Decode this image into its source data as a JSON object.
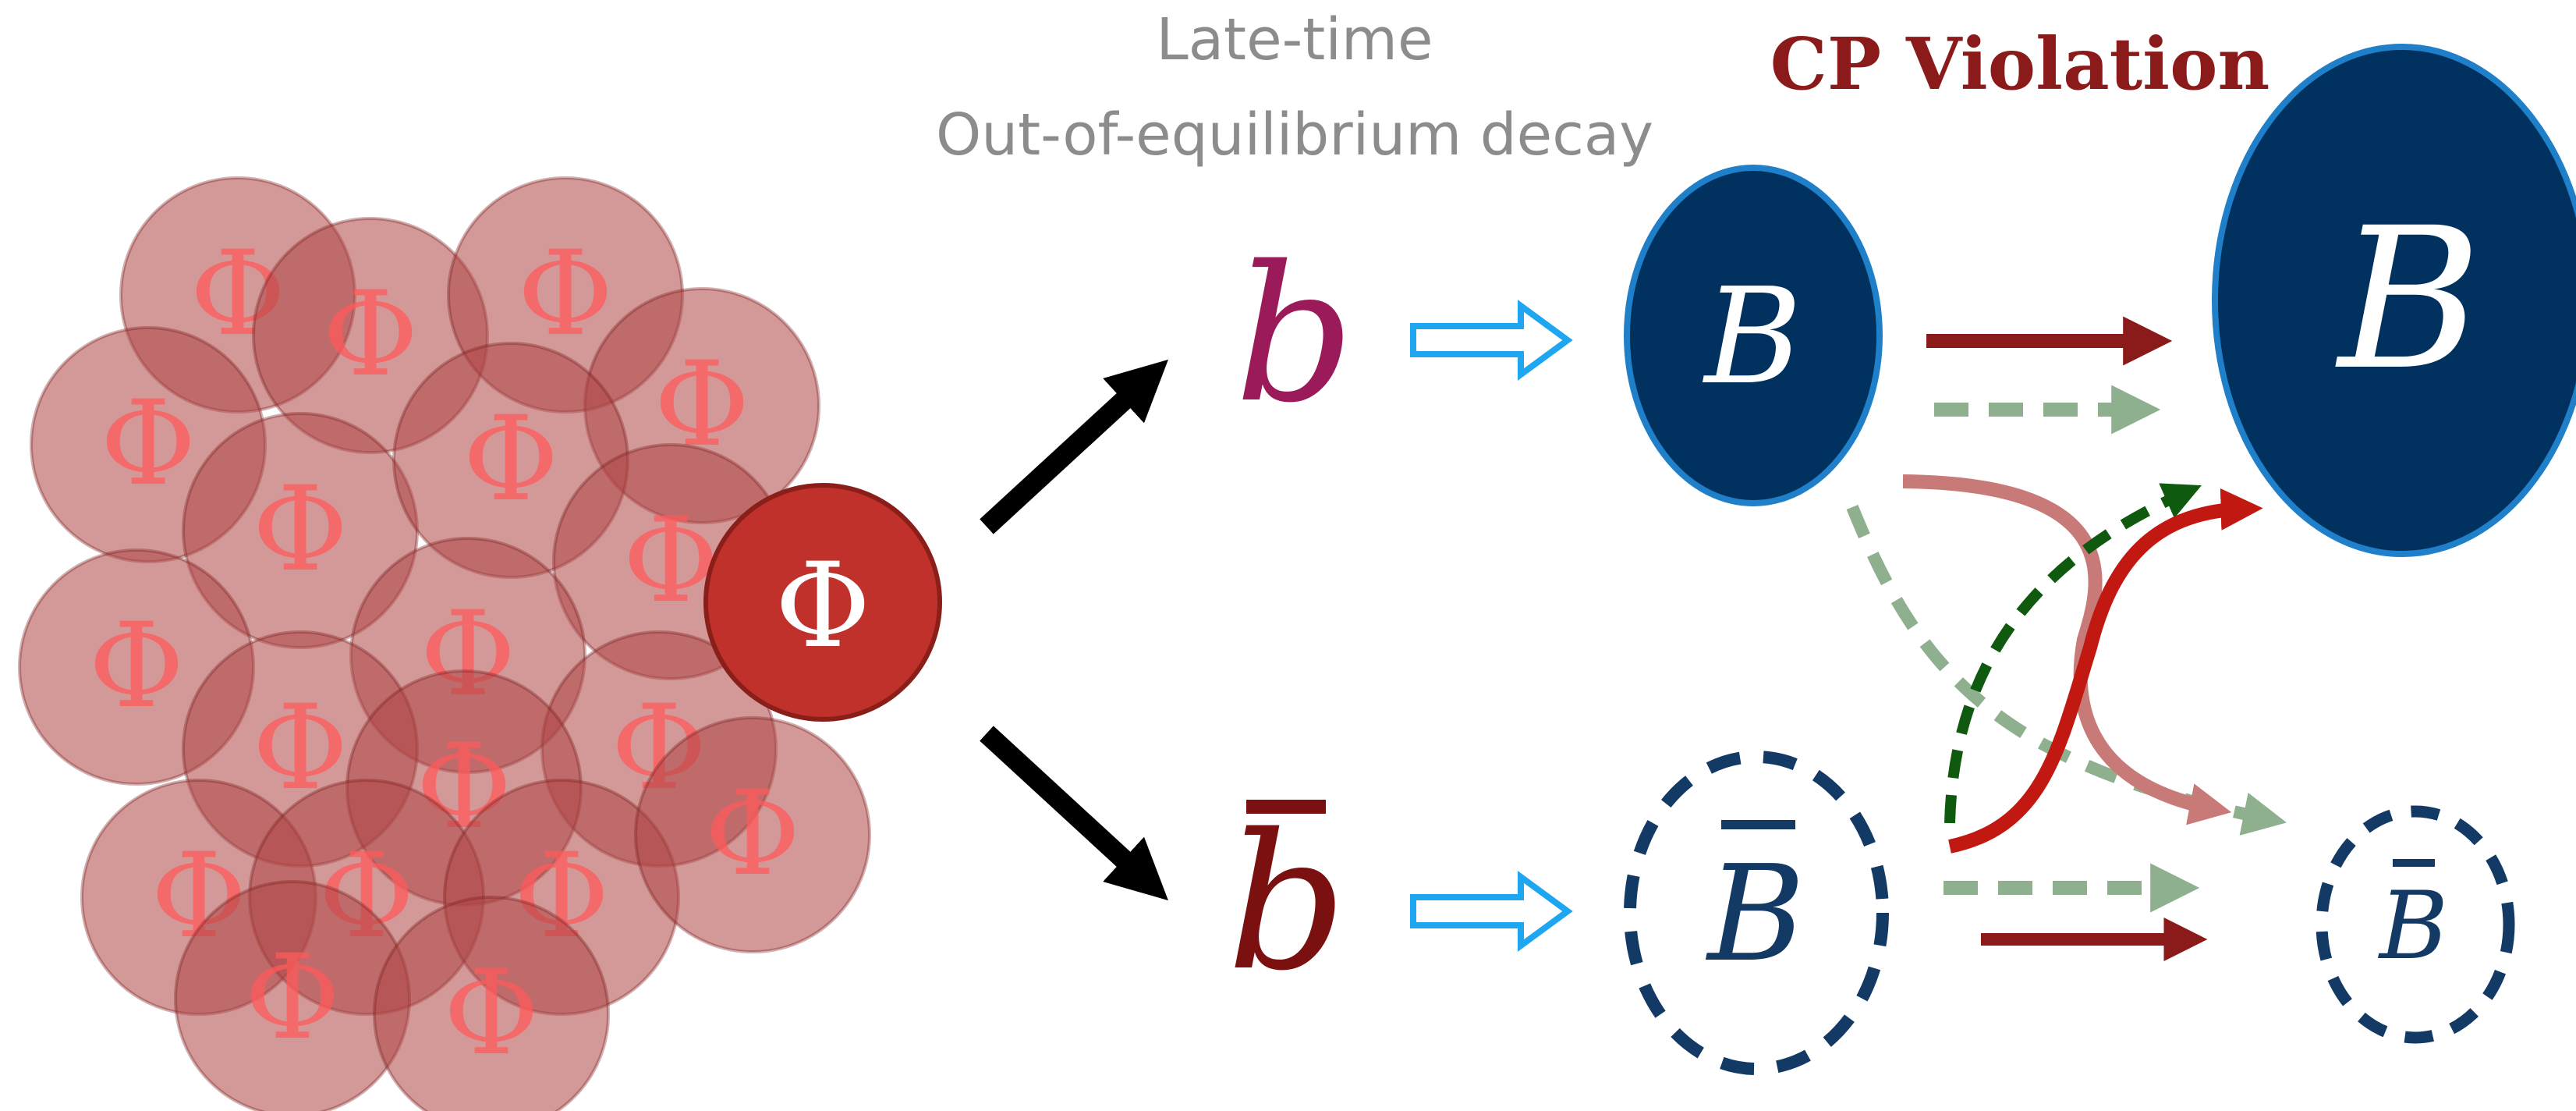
{
  "titles": {
    "line1": "Late-time",
    "line2": "Out-of-equilibrium decay",
    "cp": "CP Violation"
  },
  "labels": {
    "phi": "Φ",
    "b": "b",
    "bbar": "b̄",
    "B": "B",
    "Bbar": "B̄"
  },
  "colors": {
    "phi_cluster": "#c0504d",
    "phi_main": "#c0312b",
    "b": "#9b1b5a",
    "bbar": "#7a1010",
    "baryon_fill": "#00315f",
    "baryon_outline": "#1f7fc8",
    "dashed_outline": "#123a64",
    "open_arrow": "#1fa6f0",
    "dark_red_arrow": "#8b1a1a",
    "pale_green": "#8fb08f",
    "dark_green": "#0f5a0f",
    "pink": "#c77a78",
    "bright_red": "#c21812"
  }
}
